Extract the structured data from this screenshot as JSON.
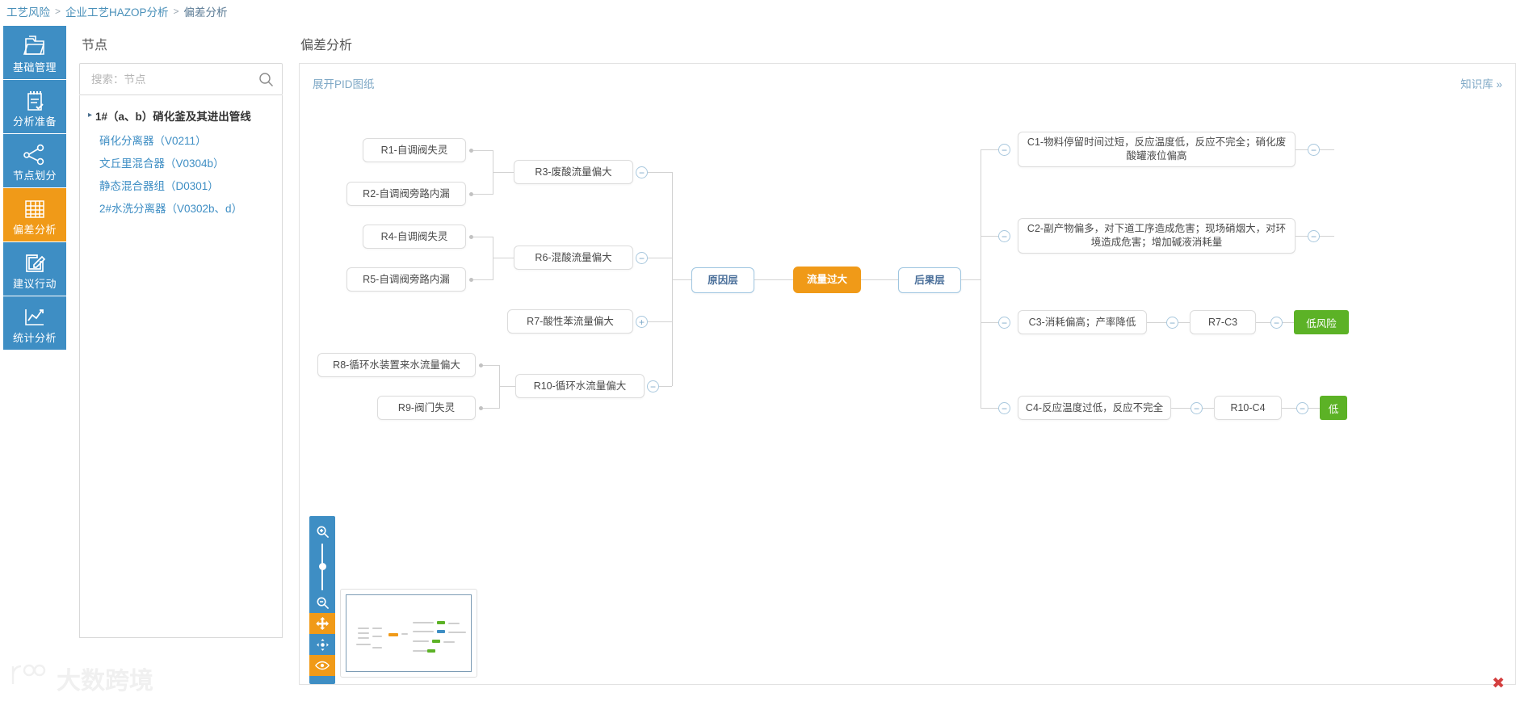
{
  "breadcrumb": {
    "items": [
      "工艺风险",
      "企业工艺HAZOP分析",
      "偏差分析"
    ],
    "separator": ">"
  },
  "sidebar": {
    "items": [
      {
        "label": "基础管理",
        "icon": "folder-document-icon",
        "active": false
      },
      {
        "label": "分析准备",
        "icon": "clipboard-check-icon",
        "active": false
      },
      {
        "label": "节点划分",
        "icon": "node-network-icon",
        "active": false
      },
      {
        "label": "偏差分析",
        "icon": "grid-table-icon",
        "active": true
      },
      {
        "label": "建议行动",
        "icon": "pencil-square-icon",
        "active": false
      },
      {
        "label": "统计分析",
        "icon": "line-chart-icon",
        "active": false
      }
    ]
  },
  "node_panel": {
    "title": "节点",
    "search": {
      "placeholder": "搜索：节点",
      "value": "",
      "icon": "search-icon"
    },
    "tree": {
      "root": "1#（a、b）硝化釜及其进出管线",
      "caret": "▸",
      "children": [
        "硝化分离器（V0211）",
        "文丘里混合器（V0304b）",
        "静态混合器组（D0301）",
        "2#水洗分离器（V0302b、d）"
      ]
    }
  },
  "content": {
    "title": "偏差分析",
    "expand_pid_label": "展开PID图纸",
    "knowledge_base_label": "知识库 »"
  },
  "chart_data": {
    "type": "diagram",
    "title": "偏差分析 - 流量过大 因果图",
    "center": {
      "id": "center",
      "label": "流量过大",
      "color": "#f09a18"
    },
    "cause_layer": {
      "id": "cause-layer",
      "label": "原因层",
      "color": "#4a6f9a"
    },
    "effect_layer": {
      "id": "effect-layer",
      "label": "后果层",
      "color": "#4a6f9a"
    },
    "causes": [
      {
        "id": "R3",
        "label": "R3-废酸流量偏大",
        "toggle": "−",
        "children": [
          {
            "id": "R1",
            "label": "R1-自调阀失灵"
          },
          {
            "id": "R2",
            "label": "R2-自调阀旁路内漏"
          }
        ]
      },
      {
        "id": "R6",
        "label": "R6-混酸流量偏大",
        "toggle": "−",
        "children": [
          {
            "id": "R4",
            "label": "R4-自调阀失灵"
          },
          {
            "id": "R5",
            "label": "R5-自调阀旁路内漏"
          }
        ]
      },
      {
        "id": "R7",
        "label": "R7-酸性苯流量偏大",
        "toggle": "+",
        "children": []
      },
      {
        "id": "R10",
        "label": "R10-循环水流量偏大",
        "toggle": "−",
        "children": [
          {
            "id": "R8",
            "label": "R8-循环水装置来水流量偏大"
          },
          {
            "id": "R9",
            "label": "R9-阀门失灵"
          }
        ]
      }
    ],
    "consequences": [
      {
        "id": "C1",
        "label": "C1-物料停留时间过短，反应温度低，反应不完全；硝化废酸罐液位偏高",
        "toggle": "−",
        "measure": "",
        "risk": ""
      },
      {
        "id": "C2",
        "label": "C2-副产物偏多，对下道工序造成危害；现场硝烟大，对环境造成危害；增加碱液消耗量",
        "toggle": "−",
        "measure": "",
        "risk": ""
      },
      {
        "id": "C3",
        "label": "C3-消耗偏高；产率降低",
        "toggle": "−",
        "measure": "R7-C3",
        "measure_toggle": "−",
        "risk_toggle": "−",
        "risk": "低风险",
        "risk_color": "#5cb226"
      },
      {
        "id": "C4",
        "label": "C4-反应温度过低，反应不完全",
        "toggle": "−",
        "measure": "R10-C4",
        "measure_toggle": "−",
        "risk_toggle": "−",
        "risk": "低",
        "risk_color": "#5cb226"
      }
    ]
  },
  "zoom_toolbar": {
    "zoom_in": "zoom-in-icon",
    "zoom_out": "zoom-out-icon",
    "slider_value": "50",
    "pan": "move-icon",
    "fit": "fit-screen-icon",
    "preview": "eye-icon"
  },
  "watermark": {
    "text": "大数跨境"
  },
  "close_button": {
    "label": "✖"
  }
}
